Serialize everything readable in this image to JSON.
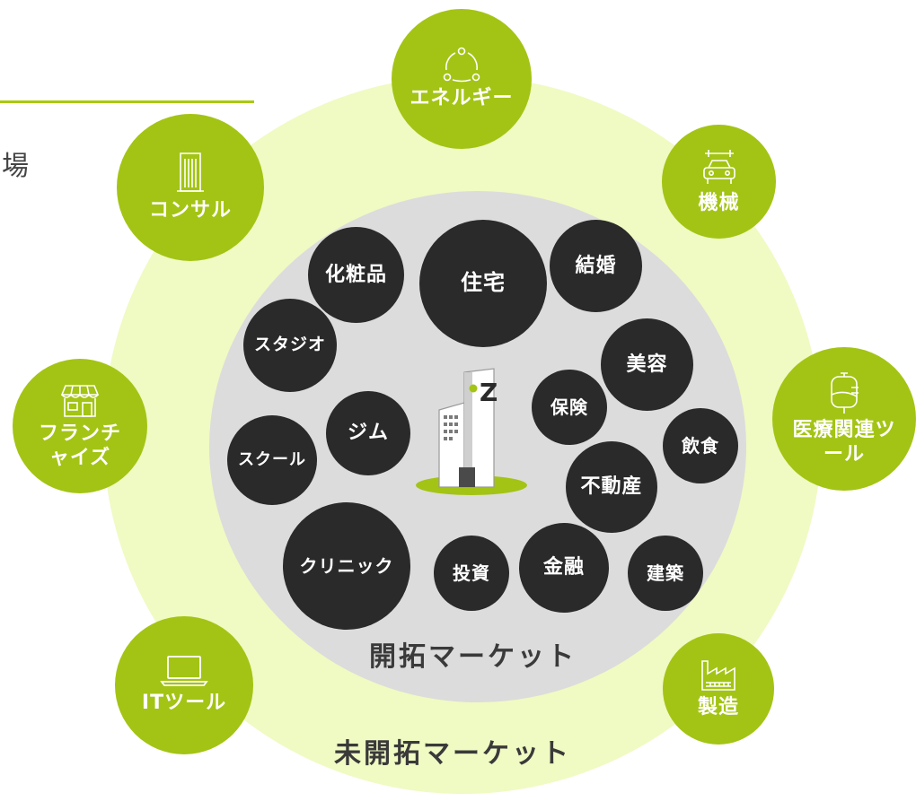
{
  "header": {
    "edge_text": "場"
  },
  "markets": {
    "developed": "開拓マーケット",
    "undeveloped": "未開拓マーケット"
  },
  "developed_bubbles": [
    "住宅",
    "結婚",
    "化粧品",
    "スタジオ",
    "美容",
    "保険",
    "飲食",
    "ジム",
    "スクール",
    "不動産",
    "クリニック",
    "投資",
    "金融",
    "建築"
  ],
  "undeveloped_industries": [
    {
      "label": "エネルギー",
      "icon": "recycle-icon"
    },
    {
      "label": "機械",
      "icon": "car-wrench-icon"
    },
    {
      "label": "医療関連ツール",
      "icon": "iv-bag-icon"
    },
    {
      "label": "製造",
      "icon": "factory-icon"
    },
    {
      "label": "ITツール",
      "icon": "laptop-icon"
    },
    {
      "label": "フランチャイズ",
      "icon": "storefront-icon"
    },
    {
      "label": "コンサル",
      "icon": "office-building-icon"
    }
  ],
  "center_logo": {
    "letter": "Z",
    "icon": "headquarters-building-icon"
  },
  "colors": {
    "accent": "#a3c414",
    "outer_ring": "#f0fac3",
    "inner_circle": "#dcdcdc",
    "bubble": "#2a2a2a"
  }
}
